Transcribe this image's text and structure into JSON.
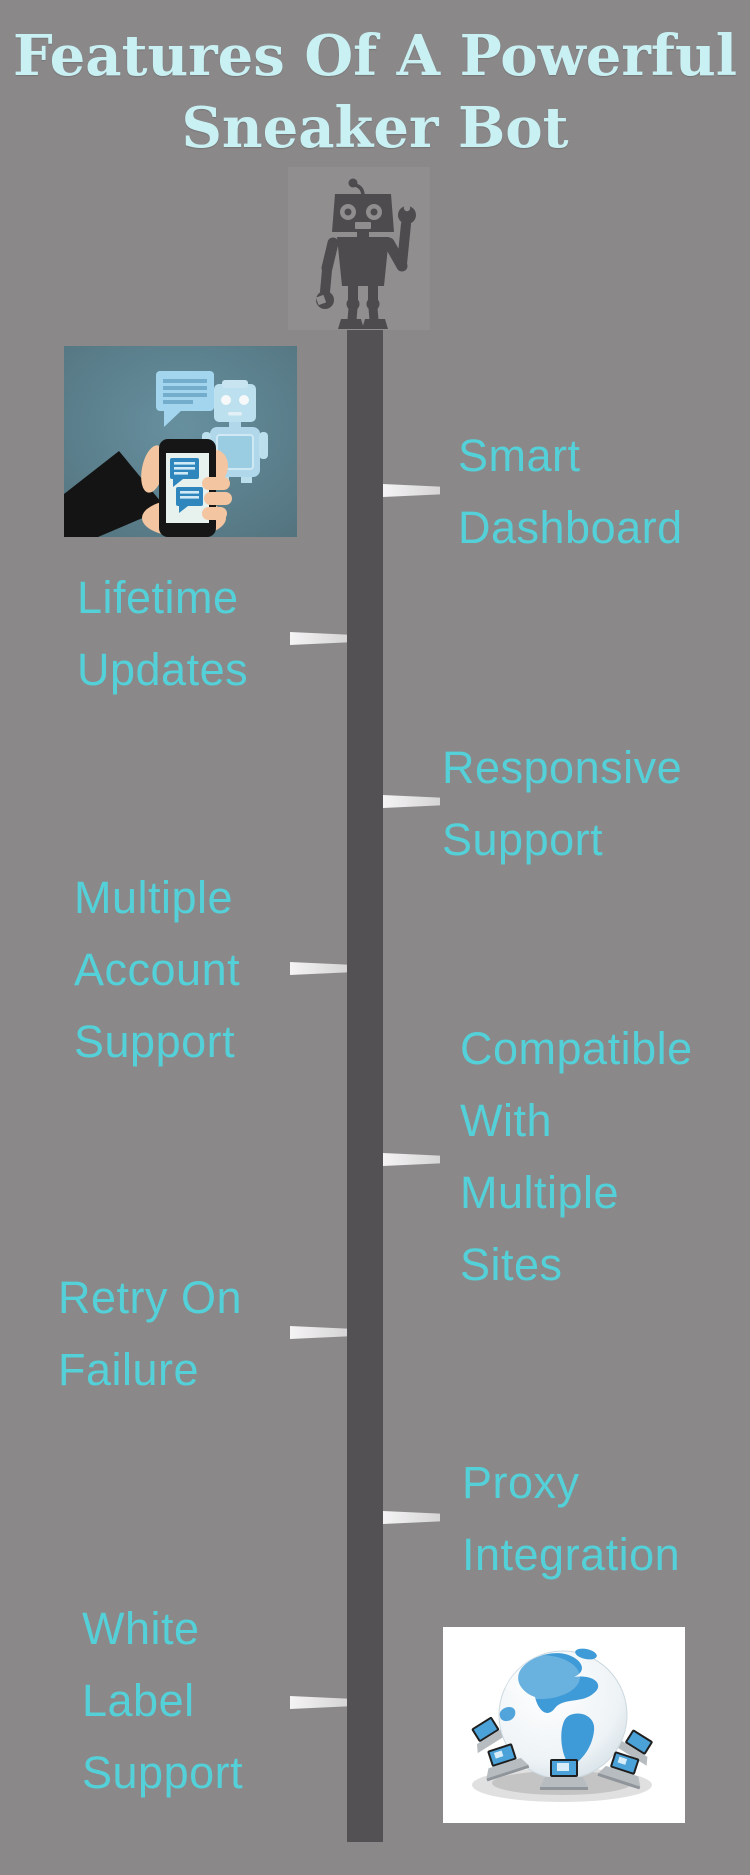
{
  "title": {
    "line1": "Features Of A Powerful",
    "line2": "Sneaker Bot"
  },
  "features": [
    {
      "id": "smart-dashboard",
      "side": "right",
      "lines": [
        "Smart",
        "Dashboard"
      ]
    },
    {
      "id": "lifetime-updates",
      "side": "left",
      "lines": [
        "Lifetime",
        "Updates"
      ]
    },
    {
      "id": "responsive-support",
      "side": "right",
      "lines": [
        "Responsive",
        "Support"
      ]
    },
    {
      "id": "multiple-account-support",
      "side": "left",
      "lines": [
        "Multiple",
        "Account",
        "Support"
      ]
    },
    {
      "id": "compatible-with-multiple-sites",
      "side": "right",
      "lines": [
        "Compatible",
        "With",
        "Multiple",
        "Sites"
      ]
    },
    {
      "id": "retry-on-failure",
      "side": "left",
      "lines": [
        "Retry On",
        "Failure"
      ]
    },
    {
      "id": "proxy-integration",
      "side": "right",
      "lines": [
        "Proxy",
        "Integration"
      ]
    },
    {
      "id": "white-label-support",
      "side": "left",
      "lines": [
        "White",
        "Label",
        "Support"
      ]
    }
  ],
  "icons": {
    "robot": "robot-icon",
    "chatbot_illustration": "hand-holding-phone-with-chatbot",
    "globe_illustration": "globe-with-networked-laptops"
  },
  "colors": {
    "background": "#8a8889",
    "pole": "#535153",
    "tick": "#e8e7e8",
    "feature_text": "#54d1d8",
    "title_text": "#c9f1f4",
    "robot": "#4d4b4d"
  }
}
